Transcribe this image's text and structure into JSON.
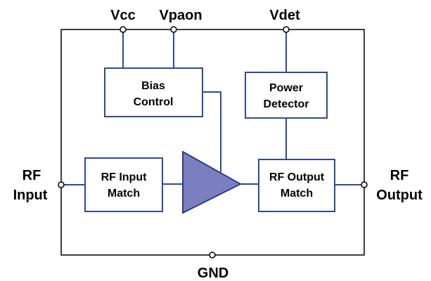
{
  "pins": {
    "vcc": "Vcc",
    "vpaon": "Vpaon",
    "vdet": "Vdet",
    "gnd": "GND",
    "rf_in_line1": "RF",
    "rf_in_line2": "Input",
    "rf_out_line1": "RF",
    "rf_out_line2": "Output"
  },
  "blocks": {
    "bias_line1": "Bias",
    "bias_line2": "Control",
    "detector_line1": "Power",
    "detector_line2": "Detector",
    "input_match_line1": "RF Input",
    "input_match_line2": "Match",
    "output_match_line1": "RF Output",
    "output_match_line2": "Match"
  },
  "colors": {
    "wire": "#2e4a96",
    "amplifier_fill": "#7b7fc0",
    "amplifier_stroke": "#2e3a8c"
  },
  "icons": {
    "amplifier": "triangle-amplifier-icon",
    "pin": "open-circle-pin-icon"
  }
}
